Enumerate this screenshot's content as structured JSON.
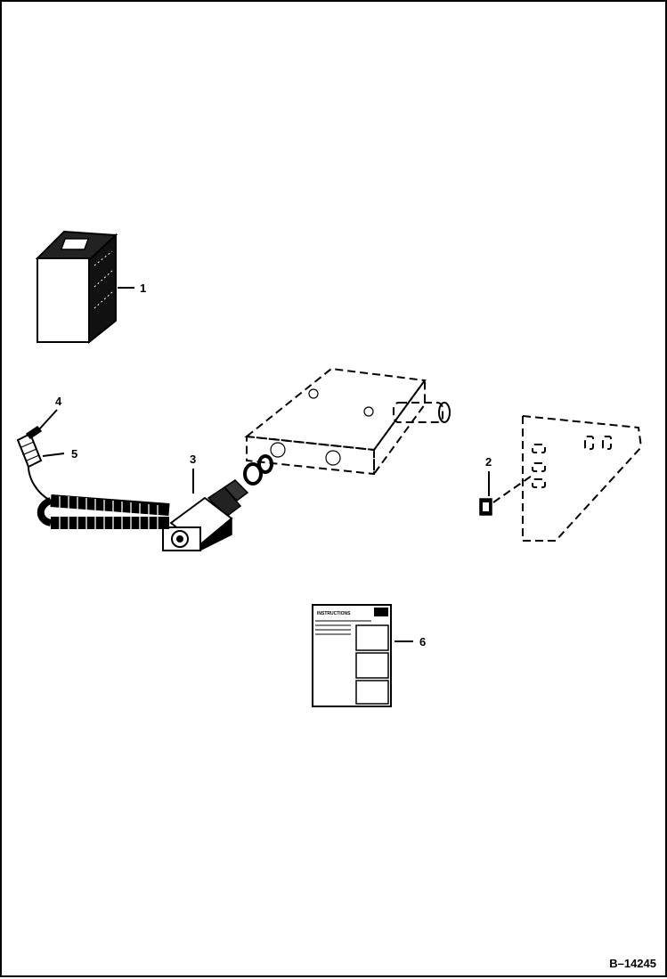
{
  "callouts": [
    {
      "id": "1",
      "label": "1"
    },
    {
      "id": "2",
      "label": "2"
    },
    {
      "id": "3",
      "label": "3"
    },
    {
      "id": "4",
      "label": "4"
    },
    {
      "id": "5",
      "label": "5"
    },
    {
      "id": "6",
      "label": "6"
    }
  ],
  "decal": {
    "header": "INSTRUCTIONS"
  },
  "figure_number": "B–14245"
}
